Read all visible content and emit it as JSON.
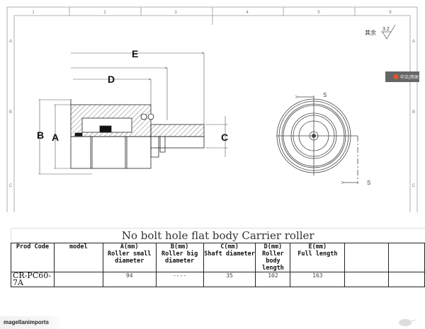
{
  "drawing": {
    "zones_top": [
      "1",
      "2",
      "3",
      "4",
      "5",
      "6"
    ],
    "zones_side": [
      "A",
      "B",
      "C"
    ],
    "roughness_note": "其余",
    "roughness_value": "3.2",
    "dimension_labels": {
      "A": "A",
      "B": "B",
      "C": "C",
      "D": "D",
      "E": "E"
    },
    "section_label": "S",
    "overlay_badge": "中文(简体)"
  },
  "table": {
    "title": "No bolt hole flat body Carrier roller",
    "headers": [
      [
        "Prod Code"
      ],
      [
        "model"
      ],
      [
        "A(mm)",
        "Roller small",
        "diameter"
      ],
      [
        "B(mm)",
        "Roller big",
        "diameter"
      ],
      [
        "C(mm)",
        "Shaft diameter"
      ],
      [
        "D(mm)",
        "Roller body",
        "length"
      ],
      [
        "E(mm)",
        "Full length"
      ],
      [
        ""
      ],
      [
        ""
      ]
    ],
    "rows": [
      [
        "CR-PC60-7A",
        "",
        "94",
        "----",
        "35",
        "102",
        "163",
        "",
        ""
      ]
    ]
  },
  "footer": {
    "brand": "magellanimports"
  }
}
